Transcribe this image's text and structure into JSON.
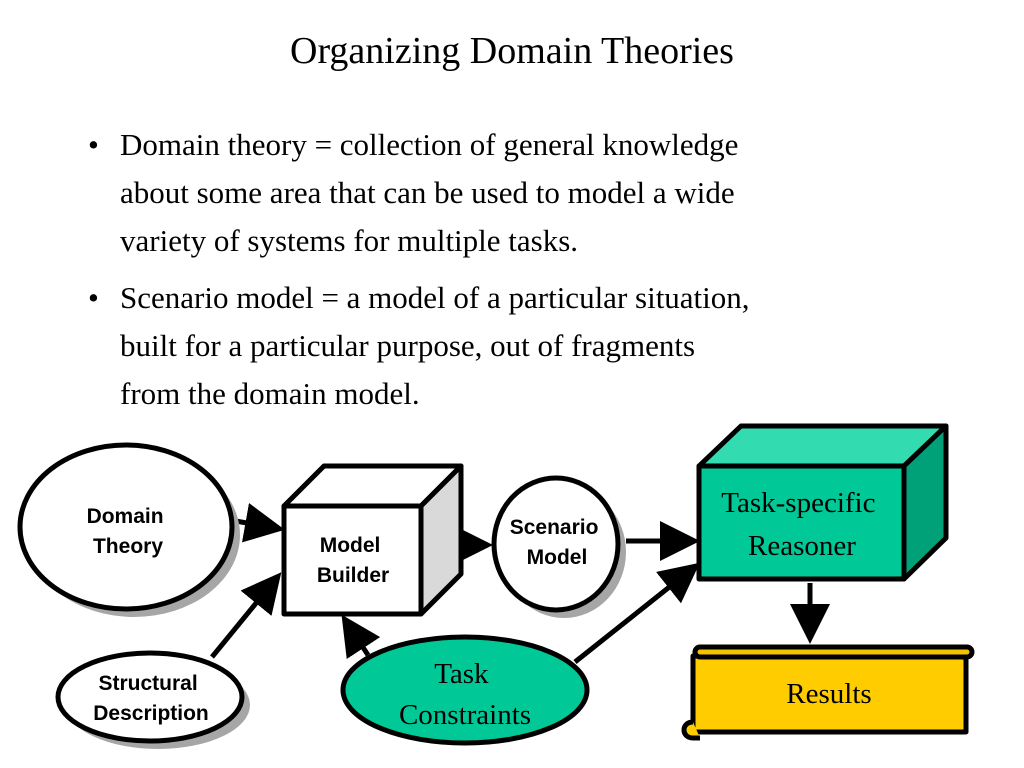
{
  "slide": {
    "title": "Organizing Domain Theories",
    "bullets": [
      {
        "marker": "•",
        "lines": [
          "Domain theory =  collection of general knowledge",
          "about some area that can be used to model a wide",
          "variety of systems for multiple tasks."
        ]
      },
      {
        "marker": "•",
        "lines": [
          "Scenario model = a model of a particular situation,",
          "built for a particular purpose, out of fragments",
          "from the domain model."
        ]
      }
    ]
  },
  "diagram": {
    "domain_theory": [
      "Domain",
      "Theory"
    ],
    "structural_description": [
      "Structural",
      "Description"
    ],
    "model_builder": [
      "Model",
      "Builder"
    ],
    "scenario_model": [
      "Scenario",
      "Model"
    ],
    "task_constraints": [
      "Task",
      "Constraints"
    ],
    "reasoner": [
      "Task-specific",
      "Reasoner"
    ],
    "results": "Results",
    "colors": {
      "teal": "#00c896",
      "teal_top": "#33dcb0",
      "teal_side": "#00a078",
      "results_yellow": "#ffcc00",
      "scroll_top": "#f2c200",
      "shadow_gray": "#a6a6a6",
      "cube_side": "#d9d9d9"
    }
  }
}
